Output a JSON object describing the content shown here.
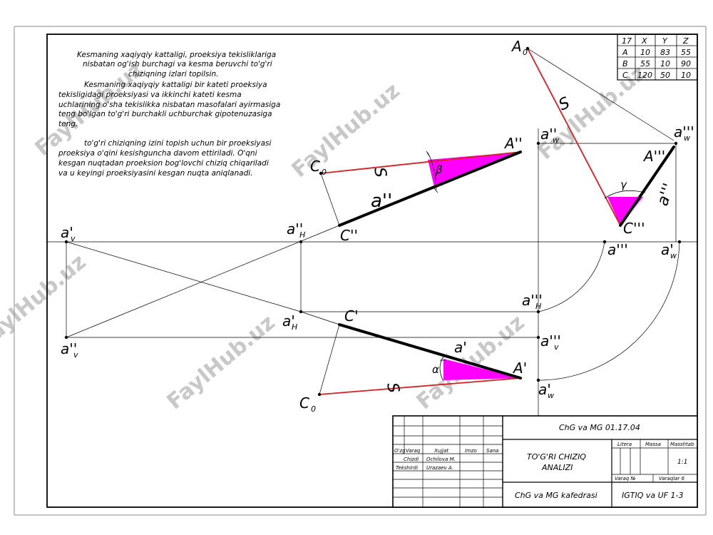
{
  "description_text": [
    "Kesmaning xaqiyqiy kattaligi, proeksiya tekisliklariga",
    "nisbatan og'ish burchagi va kesma beruvchi to'g'ri",
    "chiziqning izlari topilsin.",
    "Kesmaning xaqiyqiy kattaligi bir kateti proeksiya",
    "tekisligidagi proeksiyasi va ikkinchi kateti kesma",
    "uchlarining o'sha tekislikka nisbatan masofalari ayirmasiga",
    "teng bo'lgan to'g'ri burchakli uchburchak gipotenuzasiga",
    "teng.",
    "to'g'ri chiziqning izini topish uchun bir proeksiyasi",
    "proeksiya o'qini kesishguncha davom ettiriladi. O'qni",
    "kesgan nuqtadan proeksion bog'lovchi chiziq chiqariladi",
    "va u keyingi proeksiyasini kesgan nuqta aniqlanadi."
  ],
  "coord_table": {
    "header": [
      "17",
      "X",
      "Y",
      "Z"
    ],
    "rows": [
      [
        "A",
        "10",
        "83",
        "55"
      ],
      [
        "B",
        "55",
        "10",
        "90"
      ],
      [
        "C",
        "120",
        "50",
        "10"
      ]
    ]
  },
  "labels": {
    "A0": "A",
    "A0_sub": "0",
    "C0_top": "C",
    "C0_top_sub": "0",
    "C0_bot": "C",
    "C0_bot_sub": "0",
    "A2": "A''",
    "C2": "C''",
    "a2": "a''",
    "A3": "A'''",
    "C3": "C'''",
    "a3": "a'''",
    "A1": "A'",
    "C1": "C'",
    "a1": "a'",
    "S_top": "S",
    "S_right": "S",
    "S_bot": "S",
    "beta": "β",
    "gamma": "γ",
    "alpha": "α",
    "av1": "a'",
    "av1_sub": "v",
    "av2": "a''",
    "av2_sub": "v",
    "aH2": "a''",
    "aH2_sub": "H",
    "aH1": "a'",
    "aH1_sub": "H",
    "aw2": "a''",
    "aw2_sub": "w",
    "aw3": "a'''",
    "aw3_sub": "w",
    "aw1_axis": "a'",
    "aw1_axis_sub": "w",
    "aw1_bot": "a'",
    "aw1_bot_sub": "w",
    "aH3": "a'''",
    "aH3_sub": "H",
    "av3": "a'''",
    "av3_sub": "v",
    "a3_axis": "a'''"
  },
  "title_block": {
    "doc_code": "ChG va MG 01.17.04",
    "title_line1": "TO'G'RI CHIZIQ",
    "title_line2": "ANALIZI",
    "department": "ChG va MG kafedrasi",
    "group": "IGTIQ va UF 1-3",
    "scale": "1:1",
    "col_headers": [
      "O'zg",
      "Varaq",
      "Xujjat",
      "Imzo",
      "Sana"
    ],
    "row_chizdi": "Chizdi",
    "row_tekshirdi": "Tekshirdi",
    "name_chizdi": "Ochilova M.",
    "name_tekshirdi": "Urazaev A.",
    "litera": "Litera",
    "massa": "Massa",
    "masshtab": "Masshtab",
    "varaq": "Varaq №",
    "varaqlar": "Varaqlar 6"
  },
  "watermark": "FaylHub.uz",
  "colors": {
    "line_red": "#d42020",
    "fill_magenta": "#ff00ff",
    "ink": "#000000"
  }
}
